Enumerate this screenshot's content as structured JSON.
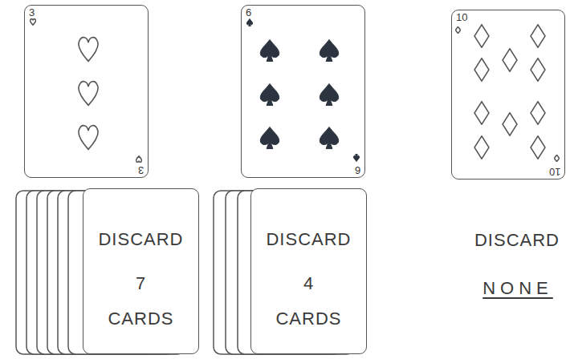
{
  "diagram": {
    "nodes": [
      {
        "text": [
          "3",
          "3"
        ]
      },
      {
        "text": [
          "6",
          "6"
        ]
      },
      {
        "text": [
          "10",
          "10"
        ]
      },
      {
        "text": [
          "DISCARD",
          "7",
          "CARDS"
        ]
      },
      {
        "text": [
          "DISCARD",
          "4",
          "CARDS"
        ]
      }
    ],
    "labels": [
      "DISCARD",
      "NONE"
    ]
  }
}
